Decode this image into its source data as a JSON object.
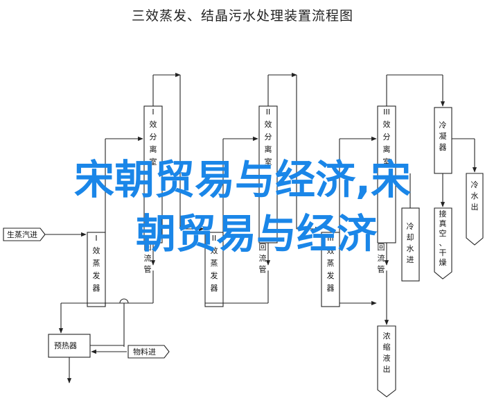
{
  "title": "三效蒸发、结晶污水处理装置流程图",
  "overlay": {
    "line1": "宋朝贸易与经济,宋",
    "line2": "朝贸易与经济"
  },
  "inputs": {
    "steam": "生蒸汽进",
    "feed": "物料进"
  },
  "units": {
    "sep1": [
      "I",
      "效",
      "分",
      "离",
      "室"
    ],
    "sep2": [
      "II",
      "效",
      "分",
      "离",
      "室"
    ],
    "sep3": [
      "III",
      "效",
      "分",
      "离",
      "室"
    ],
    "evap1": [
      "I",
      "效",
      "蒸",
      "发",
      "器"
    ],
    "evap2": [
      "II",
      "效",
      "蒸",
      "发",
      "器"
    ],
    "evap3": [
      "III",
      "效",
      "蒸",
      "发",
      "器"
    ],
    "return1": [
      "回",
      "流",
      "管"
    ],
    "return2": [
      "回",
      "流",
      "管"
    ],
    "return3": [
      "回",
      "流",
      "管"
    ],
    "condenser": [
      "冷",
      "凝",
      "器"
    ],
    "cold_water": [
      "冷",
      "水",
      "出"
    ],
    "cool": [
      "冷",
      "却",
      "水",
      "进"
    ],
    "dryer": [
      "接",
      "真",
      "空",
      "、",
      "干",
      "燥"
    ],
    "conc": [
      "浓",
      "缩",
      "液",
      "出"
    ],
    "preheater": "预热器"
  },
  "colors": {
    "line": "#222222",
    "overlay": "#1a86e8"
  }
}
